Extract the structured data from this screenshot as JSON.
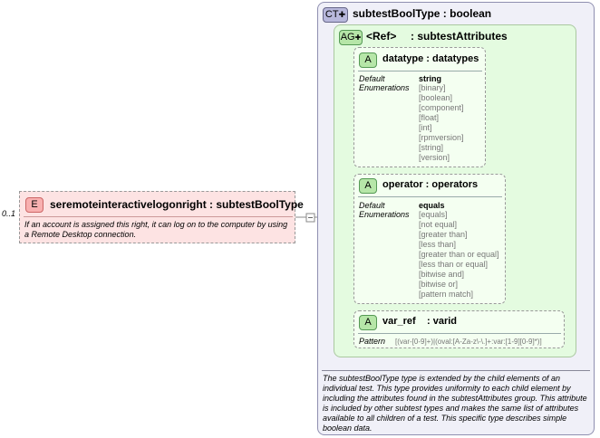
{
  "element": {
    "occurs": "0..1",
    "badge": "E",
    "title": "seremoteinteractivelogonright : subtestBoolType",
    "doc_line1": "If an account is assigned this right, it can log on to the computer by using",
    "doc_line2": "a Remote Desktop connection."
  },
  "complex_type": {
    "badge": "CT",
    "title": "subtestBoolType : boolean",
    "doc_lines": [
      "The subtestBoolType type is extended by the child elements of an",
      "individual test.  This type provides uniformity to each child element by",
      "including the attributes found in the subtestAttributes group.  This attribute",
      "is included by other subtest types and makes the same list of attributes",
      "available to all children of a test.  This specific type describes simple",
      "boolean data."
    ]
  },
  "attribute_group": {
    "badge": "AG",
    "ref_label": "<Ref>",
    "title": ": subtestAttributes"
  },
  "attributes": {
    "datatype": {
      "badge": "A",
      "title": "datatype : datatypes",
      "default_label": "Default",
      "enum_label": "Enumerations",
      "default_value": "string",
      "enumerations": [
        "[binary]",
        "[boolean]",
        "[component]",
        "[float]",
        "[int]",
        "[rpmversion]",
        "[string]",
        "[version]"
      ]
    },
    "operator": {
      "badge": "A",
      "title": "operator : operators",
      "default_label": "Default",
      "enum_label": "Enumerations",
      "default_value": "equals",
      "enumerations": [
        "[equals]",
        "[not equal]",
        "[greater than]",
        "[less than]",
        "[greater than or equal]",
        "[less than or equal]",
        "[bitwise and]",
        "[bitwise or]",
        "[pattern match]"
      ]
    },
    "var_ref": {
      "badge": "A",
      "title_name": "var_ref",
      "title_type": ": varid",
      "pattern_label": "Pattern",
      "pattern_value": "[(var-[0-9]+)|(oval:[A-Za-z\\-\\.]+:var:[1-9][0-9]*)]"
    }
  },
  "colors": {
    "element_fill": "#fde3e3",
    "element_badge": "#f8b0b0",
    "complex_type_fill": "#f0f0f8",
    "complex_type_badge": "#b8b8dc",
    "attribute_group_fill": "#e4fbe0",
    "attribute_badge": "#b6e6a8"
  }
}
